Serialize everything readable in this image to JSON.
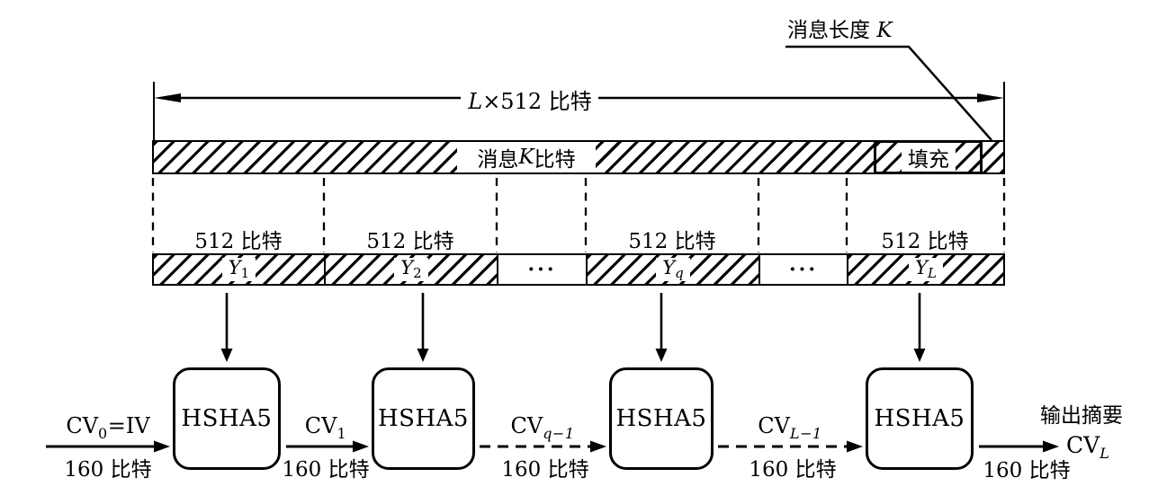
{
  "annotations": {
    "message_length": {
      "prefix": "消息长度 ",
      "var": "K"
    },
    "total_width": {
      "var": "L",
      "rest": "×512 比特"
    }
  },
  "message_bar": {
    "label": {
      "prefix": "消息 ",
      "var": "K",
      "suffix": " 比特"
    },
    "padding_label": "填充"
  },
  "block_bar": {
    "size_labels": [
      "512 比特",
      "512 比特",
      "512 比特",
      "512 比特"
    ],
    "blocks": [
      {
        "base": "Y",
        "sub": "1"
      },
      {
        "base": "Y",
        "sub": "2"
      },
      {
        "dots": "···"
      },
      {
        "base": "Y",
        "sub": "q"
      },
      {
        "dots": "···"
      },
      {
        "base": "Y",
        "sub": "L"
      }
    ]
  },
  "compress_boxes": [
    "HSHA5",
    "HSHA5",
    "HSHA5",
    "HSHA5"
  ],
  "chain": {
    "inputs": [
      {
        "base": "CV",
        "sub": "0",
        "suffix": "=IV",
        "bits": "160 比特"
      },
      {
        "base": "CV",
        "sub": "1",
        "suffix": "",
        "bits": "160 比特"
      },
      {
        "base": "CV",
        "sub": "q−1",
        "suffix": "",
        "bits": "160 比特"
      },
      {
        "base": "CV",
        "sub": "L−1",
        "suffix": "",
        "bits": "160 比特"
      }
    ],
    "output": {
      "title": "输出摘要",
      "base": "CV",
      "sub": "L",
      "bits": "160 比特"
    }
  },
  "colors": {
    "ink": "#000000",
    "background": "#ffffff"
  }
}
